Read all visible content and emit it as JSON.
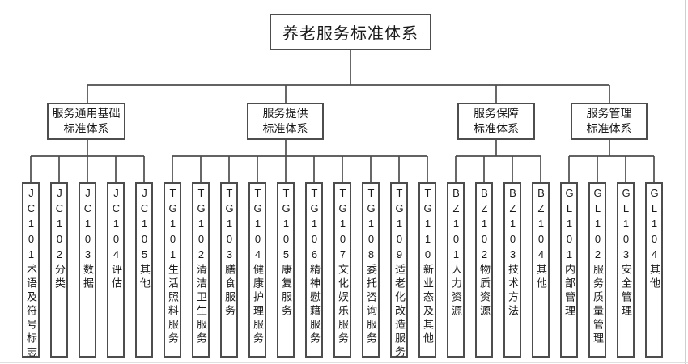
{
  "root": {
    "label": "养老服务标准体系"
  },
  "groups": [
    {
      "label_line1": "服务通用基础",
      "label_line2": "标准体系",
      "leaves": [
        {
          "code": "JC101",
          "name": "术语及符号标志"
        },
        {
          "code": "JC102",
          "name": "分类"
        },
        {
          "code": "JC103",
          "name": "数据"
        },
        {
          "code": "JC104",
          "name": "评估"
        },
        {
          "code": "JC105",
          "name": "其他"
        }
      ]
    },
    {
      "label_line1": "服务提供",
      "label_line2": "标准体系",
      "leaves": [
        {
          "code": "TG101",
          "name": "生活照料服务"
        },
        {
          "code": "TG102",
          "name": "清洁卫生服务"
        },
        {
          "code": "TG103",
          "name": "膳食服务"
        },
        {
          "code": "TG104",
          "name": "健康护理服务"
        },
        {
          "code": "TG105",
          "name": "康复服务"
        },
        {
          "code": "TG106",
          "name": "精神慰藉服务"
        },
        {
          "code": "TG107",
          "name": "文化娱乐服务"
        },
        {
          "code": "TG108",
          "name": "委托咨询服务"
        },
        {
          "code": "TG109",
          "name": "适老化改造服务"
        },
        {
          "code": "TG110",
          "name": "新业态及其他"
        }
      ]
    },
    {
      "label_line1": "服务保障",
      "label_line2": "标准体系",
      "leaves": [
        {
          "code": "BZ101",
          "name": "人力资源"
        },
        {
          "code": "BZ102",
          "name": "物质资源"
        },
        {
          "code": "BZ103",
          "name": "技术方法"
        },
        {
          "code": "BZ104",
          "name": "其他"
        }
      ]
    },
    {
      "label_line1": "服务管理",
      "label_line2": "标准体系",
      "leaves": [
        {
          "code": "GL101",
          "name": "内部管理"
        },
        {
          "code": "GL102",
          "name": "服务质量管理"
        },
        {
          "code": "GL103",
          "name": "安全管理"
        },
        {
          "code": "GL104",
          "name": "其他"
        }
      ]
    }
  ],
  "colors": {
    "line": "#4d4d4d",
    "text": "#1a1a1a",
    "background": "#ffffff"
  }
}
